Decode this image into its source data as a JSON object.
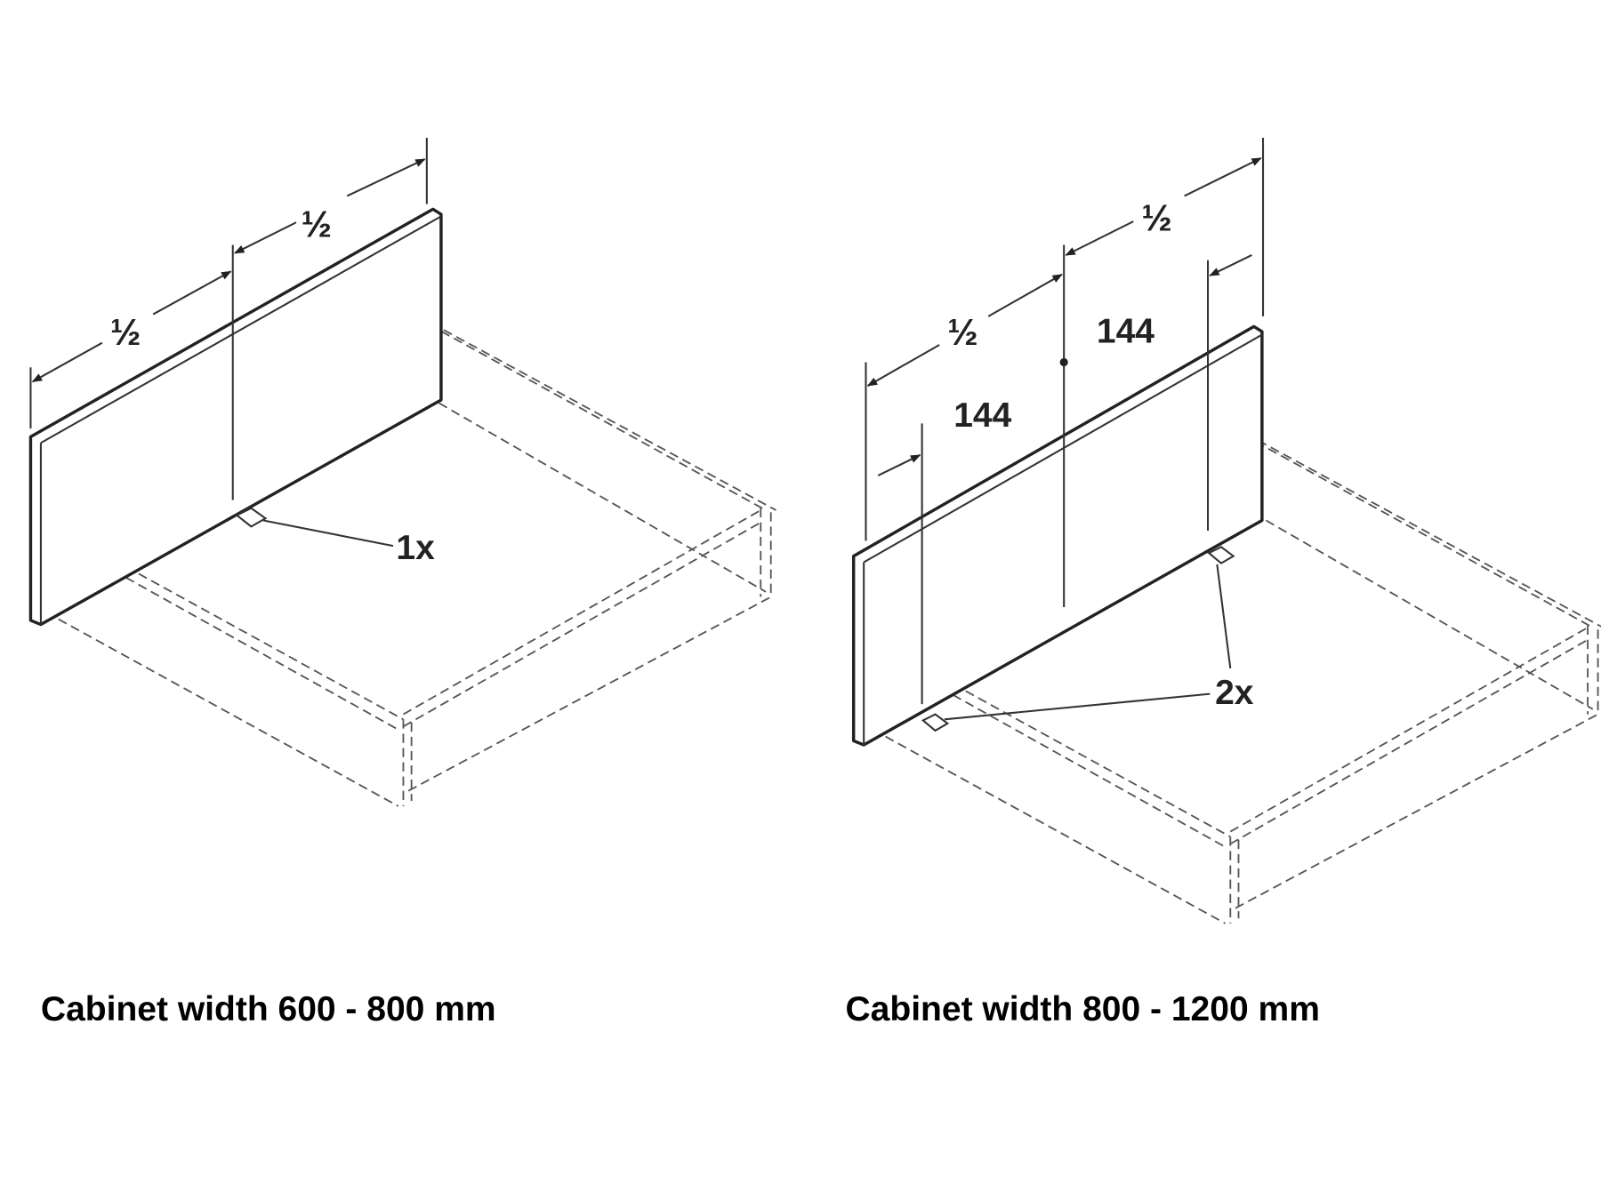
{
  "left": {
    "half_1": "½",
    "half_2": "½",
    "count": "1x",
    "caption": "Cabinet width 600 - 800 mm"
  },
  "right": {
    "half_1": "½",
    "half_2": "½",
    "offset_1": "144",
    "offset_2": "144",
    "count": "2x",
    "caption": "Cabinet width 800 - 1200 mm"
  }
}
